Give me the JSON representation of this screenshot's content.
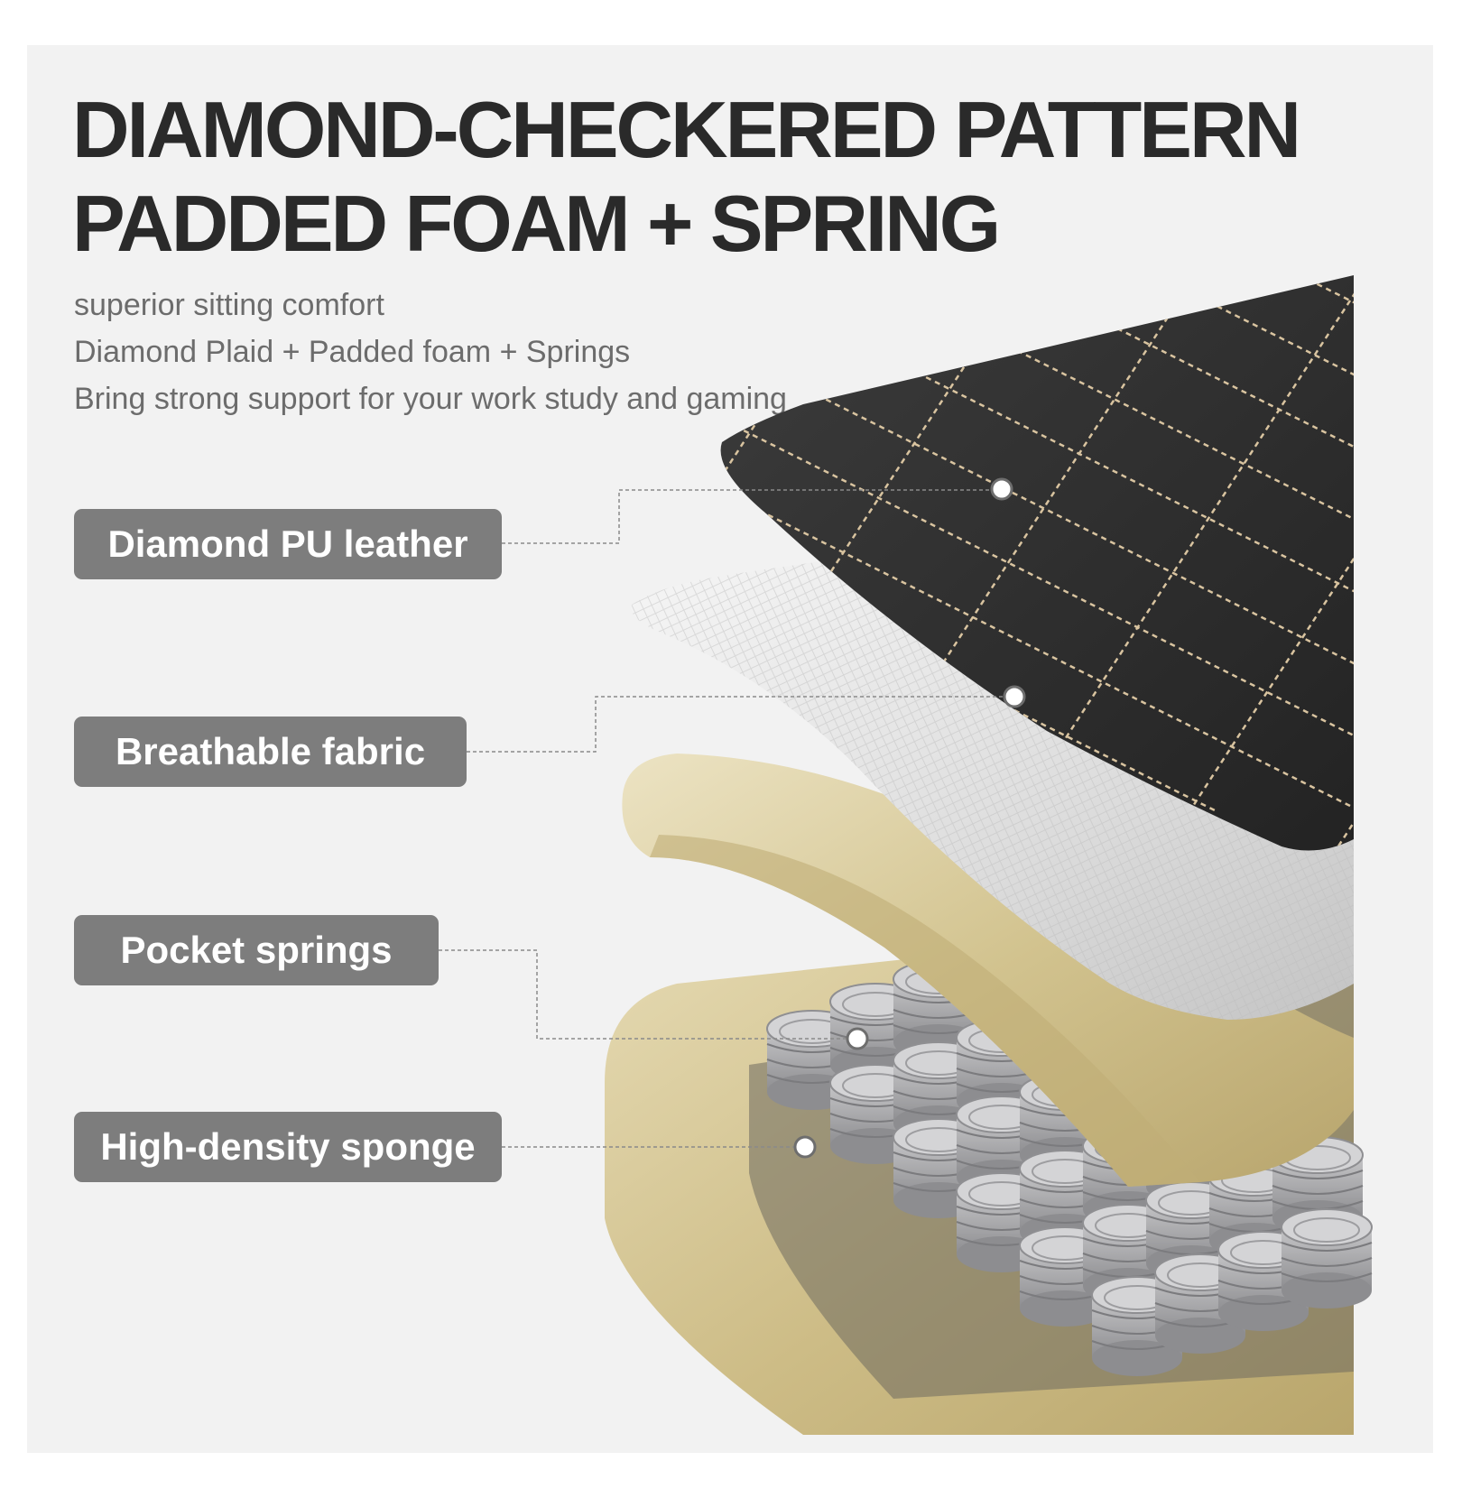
{
  "headline": {
    "line1": "DIAMOND-CHECKERED PATTERN",
    "line2": "PADDED FOAM + SPRING"
  },
  "subtext": [
    "superior sitting comfort",
    "Diamond Plaid + Padded foam + Springs",
    "Bring strong support for your work study and gaming"
  ],
  "callouts": [
    {
      "label": "Diamond PU leather"
    },
    {
      "label": "Breathable fabric"
    },
    {
      "label": "Pocket springs"
    },
    {
      "label": "High-density sponge"
    }
  ],
  "colors": {
    "background": "#f2f2f2",
    "label_bg": "#7d7d7d",
    "leather": "#2f2f2f",
    "stitch": "#d9c4a0",
    "fabric": "#d8d8d8",
    "foam": "#c9b77f",
    "spring": "#a9a9ab"
  }
}
